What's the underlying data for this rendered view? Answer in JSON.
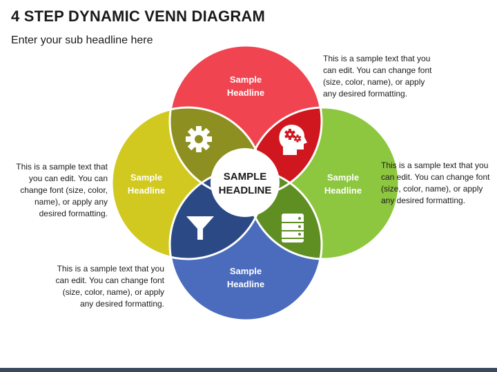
{
  "slide": {
    "title": "4 STEP DYNAMIC VENN DIAGRAM",
    "subtitle": "Enter your sub headline here"
  },
  "diagram": {
    "center": {
      "line1": "SAMPLE",
      "line2": "HEADLINE"
    },
    "circles": [
      {
        "position": "top",
        "line1": "Sample",
        "line2": "Headline",
        "color": "#f04551"
      },
      {
        "position": "right",
        "line1": "Sample",
        "line2": "Headline",
        "color": "#8dc63f"
      },
      {
        "position": "bottom",
        "line1": "Sample",
        "line2": "Headline",
        "color": "#4b6bbd"
      },
      {
        "position": "left",
        "line1": "Sample",
        "line2": "Headline",
        "color": "#d1c91f"
      }
    ],
    "overlaps": [
      {
        "position": "top-left",
        "icon": "gear-icon",
        "color": "#8d8f20"
      },
      {
        "position": "top-right",
        "icon": "head-gears-icon",
        "color": "#d0171f"
      },
      {
        "position": "bottom-right",
        "icon": "database-icon",
        "color": "#5f8e22"
      },
      {
        "position": "bottom-left",
        "icon": "funnel-icon",
        "color": "#2b4a85"
      }
    ]
  },
  "notes": {
    "top_right": "This is a sample text that you can edit. You can change font (size, color, name), or apply any desired formatting.",
    "right": "This is a sample text that you can edit. You can change font (size, color, name), or apply any desired formatting.",
    "left": "This is a sample text that you can edit. You can change font (size, color, name), or apply any desired formatting.",
    "bottom_left": "This is a sample text that you can edit. You can change font (size, color, name), or apply any desired formatting."
  }
}
